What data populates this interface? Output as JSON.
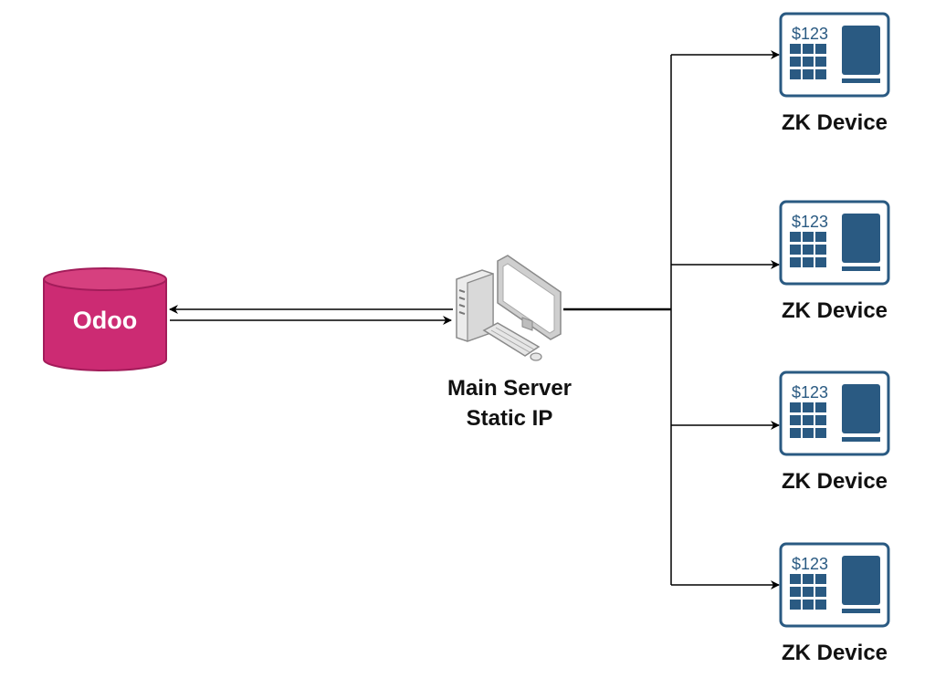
{
  "odoo": {
    "label": "Odoo"
  },
  "server": {
    "label_line1": "Main Server",
    "label_line2": "Static IP"
  },
  "devices": [
    {
      "label": "ZK Device",
      "price": "$123"
    },
    {
      "label": "ZK Device",
      "price": "$123"
    },
    {
      "label": "ZK Device",
      "price": "$123"
    },
    {
      "label": "ZK Device",
      "price": "$123"
    }
  ],
  "colors": {
    "database_fill": "#cc2b73",
    "database_stroke": "#a31c5a",
    "device_blue": "#2a5a82",
    "connector": "#000000"
  },
  "icons": {
    "database": "database-cylinder-icon",
    "server": "desktop-computer-icon",
    "device": "payment-terminal-icon"
  }
}
